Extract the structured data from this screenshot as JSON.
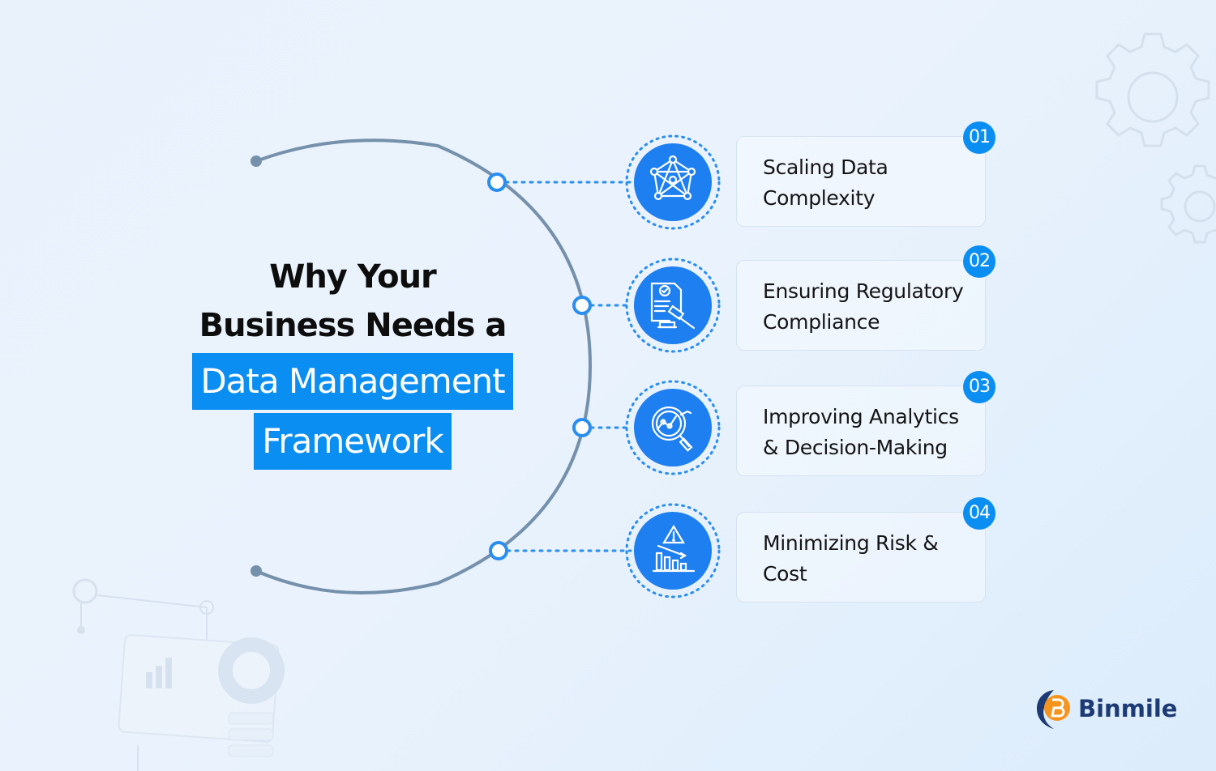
{
  "title": {
    "line1": "Why Your",
    "line2": "Business Needs a",
    "highlight1": "Data Management",
    "highlight2": "Framework"
  },
  "items": [
    {
      "number": "01",
      "text": "Scaling Data Complexity",
      "icon": "network-nodes-icon"
    },
    {
      "number": "02",
      "text": "Ensuring Regulatory Compliance",
      "icon": "legal-document-gavel-icon"
    },
    {
      "number": "03",
      "text": "Improving Analytics & Decision-Making",
      "icon": "analytics-magnifier-icon"
    },
    {
      "number": "04",
      "text": "Minimizing Risk & Cost",
      "icon": "risk-warning-chart-icon"
    }
  ],
  "brand": {
    "name": "Binmile"
  },
  "colors": {
    "accent": "#0a8ef2",
    "arc": "#7590ab",
    "background": "#e9f1fb"
  }
}
